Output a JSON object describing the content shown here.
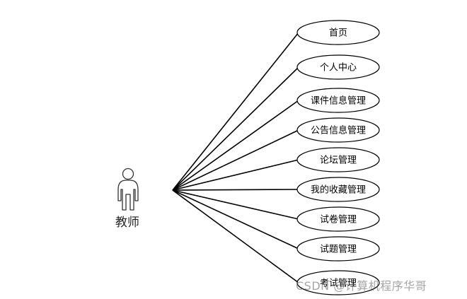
{
  "actor": {
    "label": "教师"
  },
  "use_cases": [
    {
      "label": "首页"
    },
    {
      "label": "个人中心"
    },
    {
      "label": "课件信息管理"
    },
    {
      "label": "公告信息管理"
    },
    {
      "label": "论坛管理"
    },
    {
      "label": "我的收藏管理"
    },
    {
      "label": "试卷管理"
    },
    {
      "label": "试题管理"
    },
    {
      "label": "考试管理"
    }
  ],
  "watermark": "CSDN @计算机程序华哥"
}
